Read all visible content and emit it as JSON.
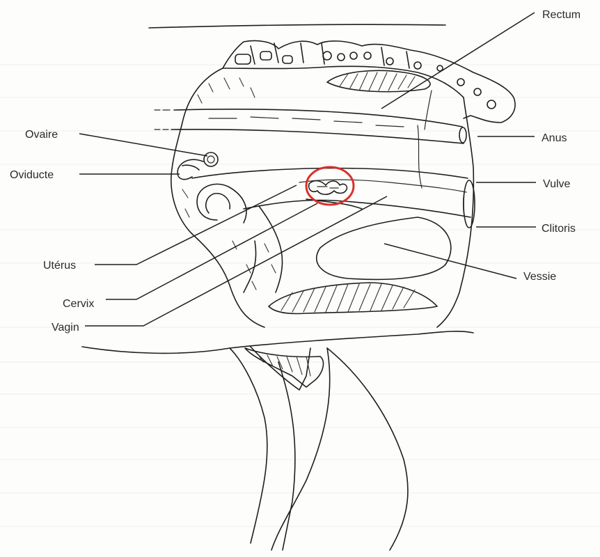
{
  "labels": {
    "rectum": "Rectum",
    "ovaire": "Ovaire",
    "oviducte": "Oviducte",
    "anus": "Anus",
    "vulve": "Vulve",
    "clitoris": "Clitoris",
    "uterus": "Utérus",
    "vessie": "Vessie",
    "cervix": "Cervix",
    "vagin": "Vagin"
  },
  "highlight": {
    "target": "cervix",
    "color": "#d9302a"
  },
  "colors": {
    "ink": "#1e1e1e",
    "paper": "#fdfdfb"
  }
}
